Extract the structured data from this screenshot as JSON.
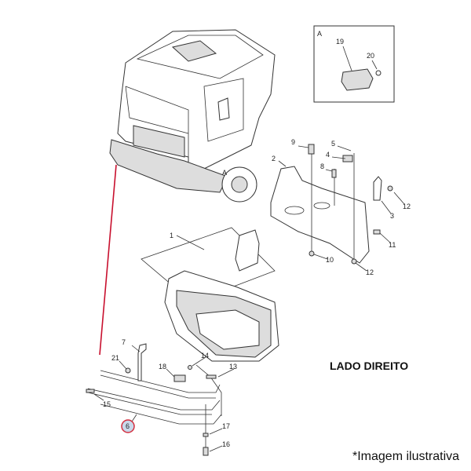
{
  "inset": {
    "letter": "A",
    "callouts": [
      "19",
      "20"
    ]
  },
  "truck": {
    "view_marker": "A"
  },
  "bracket_callouts": [
    "9",
    "5",
    "4",
    "8",
    "2",
    "12",
    "3",
    "11",
    "10",
    "12"
  ],
  "headlamp_callout": "1",
  "guard_callouts": [
    "7",
    "21",
    "18",
    "14",
    "13",
    "15",
    "17",
    "16"
  ],
  "highlighted_part": {
    "number": "6",
    "color": "#d32f3f"
  },
  "pointer_color": "#c8102e",
  "side_label": "LADO DIREITO",
  "note": "*Imagem ilustrativa"
}
